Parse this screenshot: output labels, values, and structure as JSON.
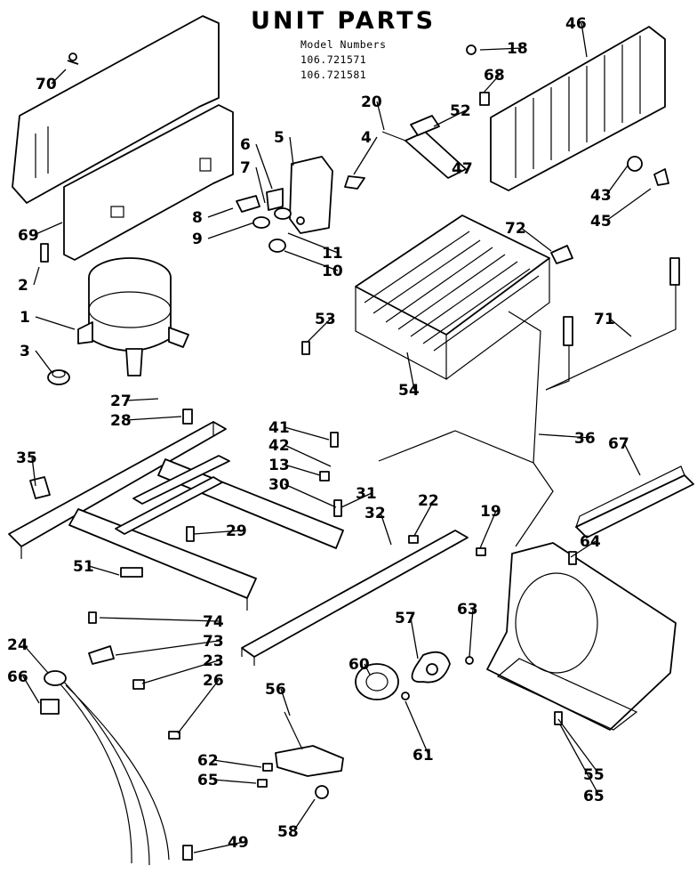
{
  "header": {
    "title": "UNIT PARTS",
    "model_label": "Model Numbers",
    "models": [
      "106.721571",
      "106.721581"
    ]
  },
  "callouts": [
    "70",
    "69",
    "2",
    "1",
    "3",
    "27",
    "28",
    "35",
    "51",
    "74",
    "73",
    "23",
    "26",
    "24",
    "66",
    "6",
    "7",
    "5",
    "4",
    "8",
    "9",
    "11",
    "10",
    "53",
    "41",
    "42",
    "13",
    "30",
    "31",
    "29",
    "22",
    "32",
    "19",
    "57",
    "63",
    "60",
    "61",
    "56",
    "62",
    "65",
    "58",
    "49",
    "55",
    "65",
    "18",
    "46",
    "68",
    "52",
    "20",
    "47",
    "43",
    "45",
    "72",
    "71",
    "54",
    "36",
    "67",
    "64"
  ],
  "colors": {
    "ink": "#000000",
    "paper": "#ffffff"
  }
}
